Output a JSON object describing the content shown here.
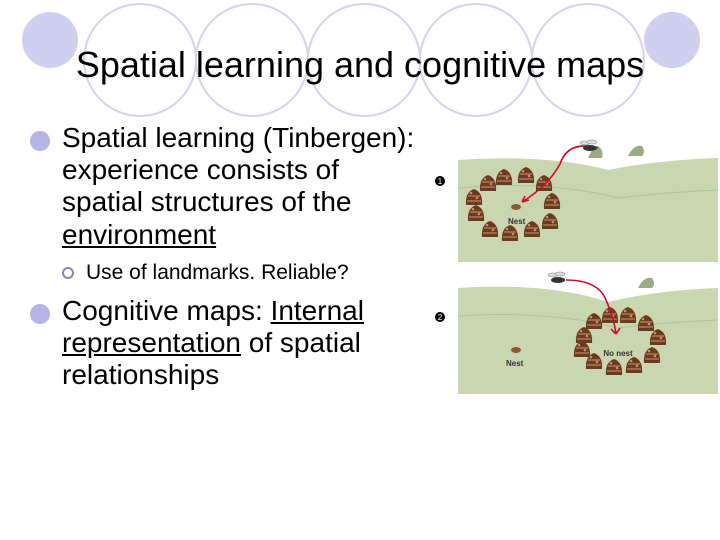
{
  "slide": {
    "title": "Spatial learning and cognitive maps",
    "bullets": [
      {
        "lead": "Spatial learning (Tinbergen): experience consists of spatial structures of the ",
        "underlined": "environment",
        "trail": ""
      },
      {
        "lead": "Cognitive maps: ",
        "underlined": "Internal representation",
        "trail": " of spatial relationships"
      }
    ],
    "sub_bullets": [
      {
        "text": "Use of landmarks. Reliable?"
      }
    ]
  },
  "figure": {
    "panel1": {
      "number": "1",
      "nest_label": "Nest"
    },
    "panel2": {
      "number": "2",
      "nest_label": "Nest",
      "no_nest_label": "No nest"
    }
  },
  "colors": {
    "accent": "#b3b3e6",
    "ground": "#c9d6b0",
    "path": "#c8102e"
  }
}
